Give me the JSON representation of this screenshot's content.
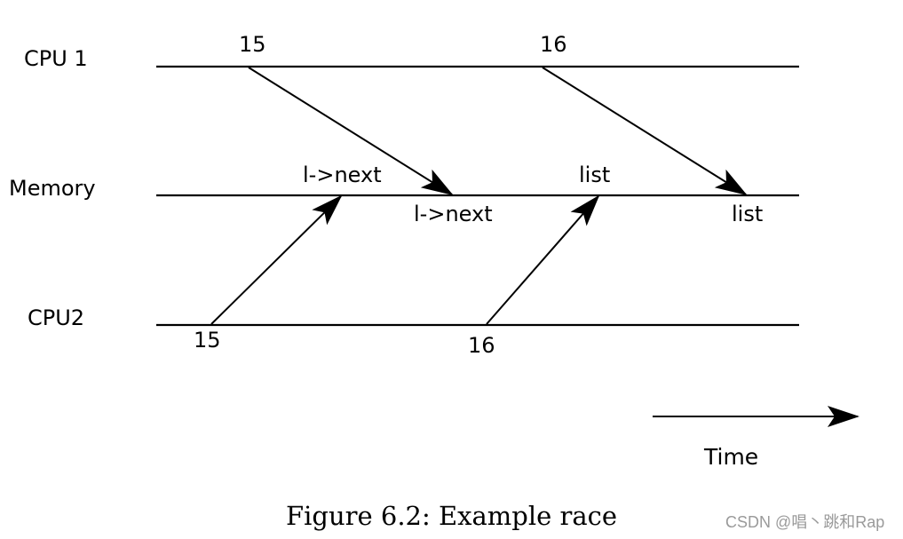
{
  "lanes": {
    "cpu1": "CPU 1",
    "memory": "Memory",
    "cpu2": "CPU2"
  },
  "events": {
    "cpu1_first": "15",
    "cpu1_second": "16",
    "cpu2_first": "15",
    "cpu2_second": "16"
  },
  "memory_labels": {
    "write1_label": "l->next",
    "read1_label": "l->next",
    "write2_label": "list",
    "read2_label": "list"
  },
  "time_label": "Time",
  "caption": "Figure 6.2: Example race",
  "watermark": "CSDN @唱丶跳和Rap",
  "colors": {
    "ink": "#000000",
    "watermark": "#9a9a9a"
  }
}
